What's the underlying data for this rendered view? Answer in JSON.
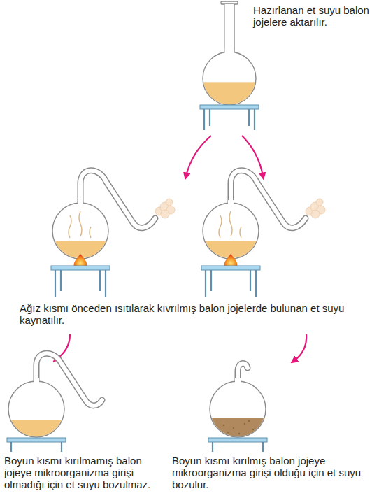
{
  "diagram": {
    "labels": [
      "Hazırlanan et suyu balon jojelere aktarılır.",
      "Ağız kısmı önceden ısıtılarak kıvrılmış balon jojelerde bulunan et suyu kaynatılır.",
      "Boyun kısmı kırılmamış balon jojeye mikroorganizma girişi olmadığı için et suyu bozulmaz.",
      "Boyun kısmı kırılmış balon jojeye mikroorganizma girişi olduğu için et suyu bozulur."
    ]
  }
}
